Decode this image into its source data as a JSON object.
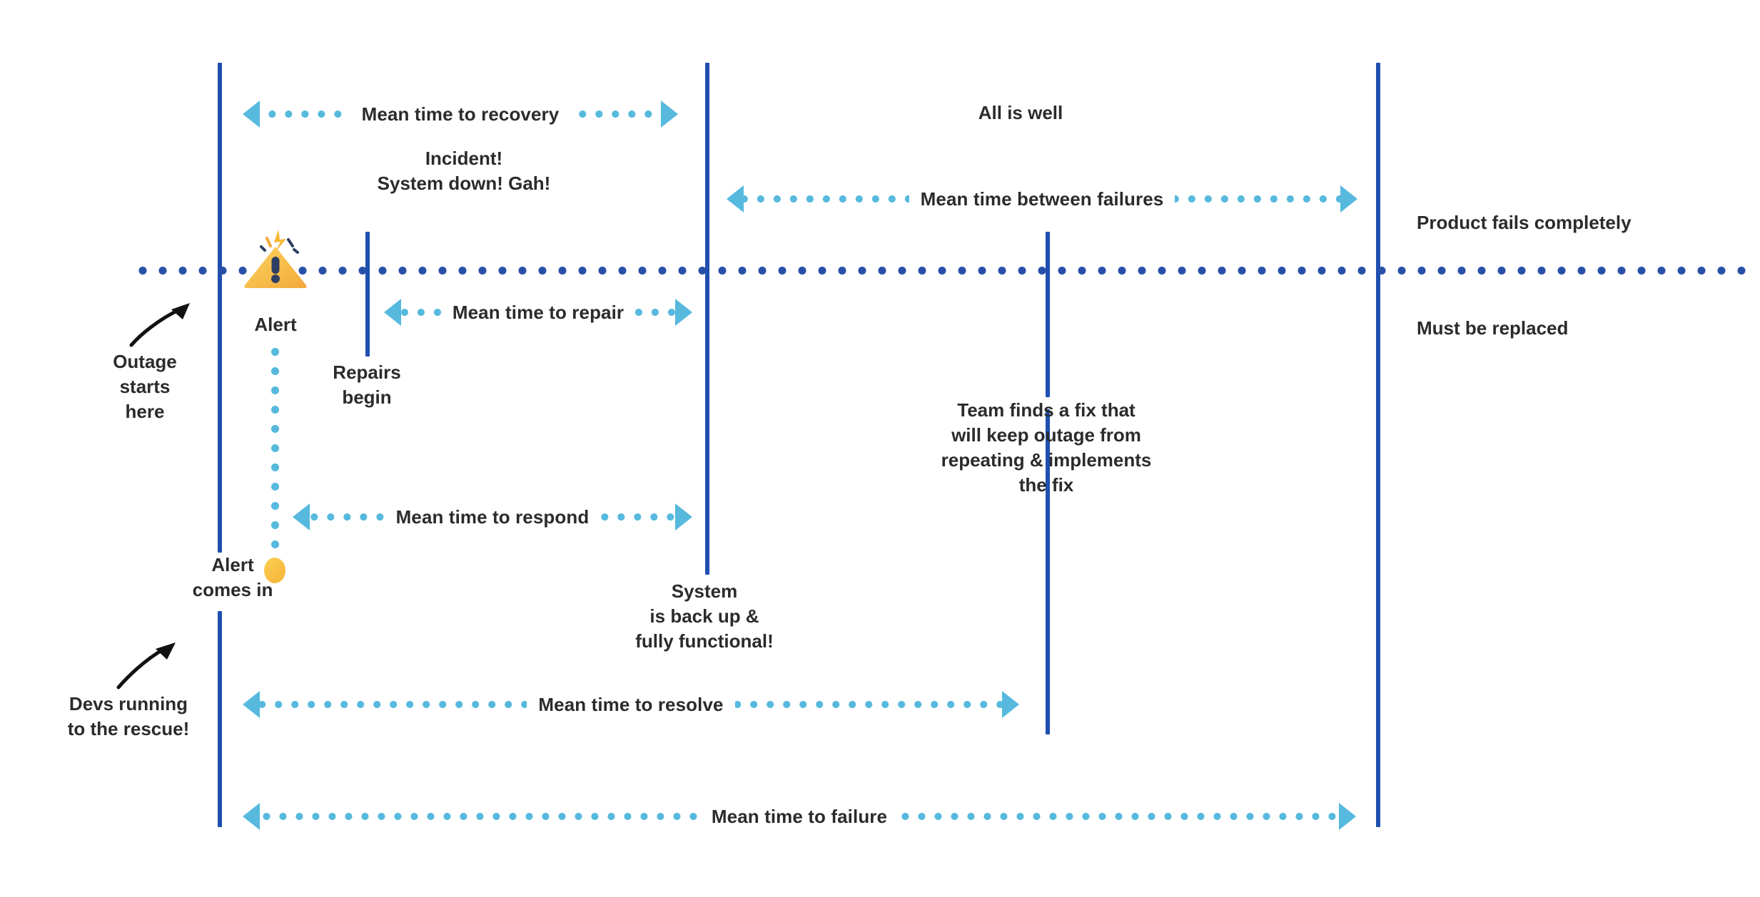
{
  "diagram": {
    "title": "Incident lifecycle timeline with reliability metrics",
    "colors": {
      "milestone_line": "#1f4fb0",
      "timeline_dots": "#2950a8",
      "measure_arrow": "#56b9dd",
      "alert_yellow": "#f5b335",
      "text": "#2b2b2b"
    }
  },
  "measures": [
    {
      "id": "mttrecovery",
      "label": "Mean time to recovery"
    },
    {
      "id": "mtbf",
      "label": "Mean time between failures"
    },
    {
      "id": "mttrepair",
      "label": "Mean time to repair"
    },
    {
      "id": "mttrespond",
      "label": "Mean time to respond"
    },
    {
      "id": "mttresolve",
      "label": "Mean time to resolve"
    },
    {
      "id": "mttfailure",
      "label": "Mean time to failure"
    }
  ],
  "notes": {
    "incident": "Incident!\nSystem down! Gah!",
    "all_is_well": "All is well",
    "product_fails": "Product fails completely",
    "must_be_replaced": "Must be replaced",
    "repairs_begin": "Repairs\nbegin",
    "team_finds_fix": "Team finds a fix that\nwill keep outage from\nrepeating & implements\nthe fix",
    "system_back_up": "System\nis back up &\nfully functional!",
    "outage_starts": "Outage\nstarts\nhere",
    "devs_running": "Devs running\nto the rescue!",
    "alert_comes_in": "Alert\ncomes in"
  },
  "icons": {
    "alert_label": "Alert",
    "alert_icon_name": "warning-triangle-icon",
    "alert_dot_name": "alert-dot-icon",
    "outage_arrow_name": "curved-arrow-up-right-icon",
    "devs_arrow_name": "curved-arrow-up-right-icon"
  }
}
